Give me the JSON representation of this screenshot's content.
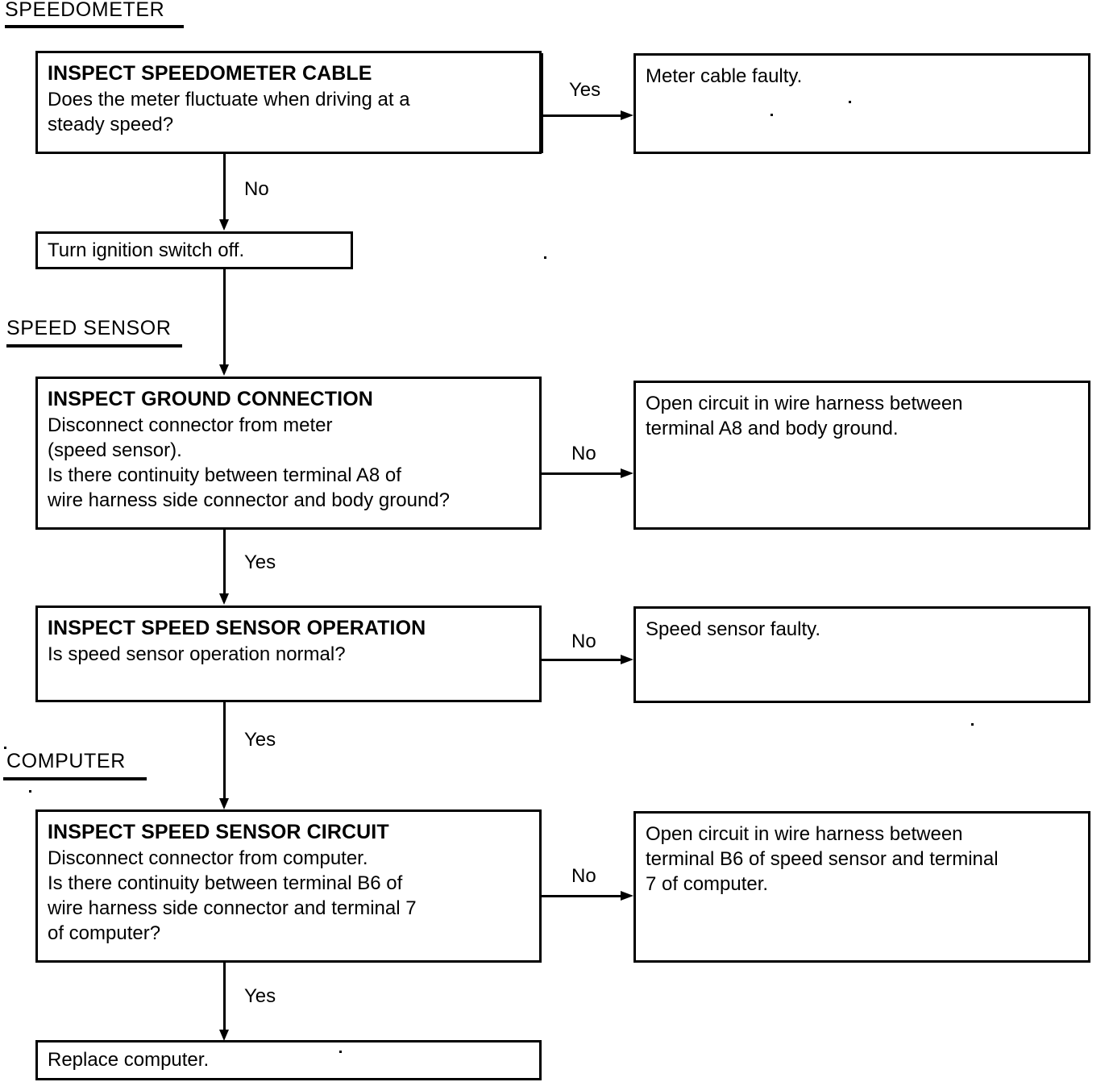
{
  "diagram": {
    "type": "troubleshooting-flowchart",
    "sections": [
      {
        "id": "speedometer",
        "label": "SPEEDOMETER"
      },
      {
        "id": "speed-sensor",
        "label": "SPEED SENSOR"
      },
      {
        "id": "computer",
        "label": "COMPUTER"
      }
    ],
    "nodes": {
      "inspect_speedometer_cable": {
        "title": "INSPECT SPEEDOMETER CABLE",
        "line1": "Does the meter fluctuate when driving at a",
        "line2": "steady speed?"
      },
      "meter_cable_faulty": {
        "line1": "Meter cable faulty."
      },
      "turn_ignition_off": {
        "line1": "Turn ignition switch off."
      },
      "inspect_ground_connection": {
        "title": "INSPECT GROUND CONNECTION",
        "line1": "Disconnect connector from meter",
        "line2": "(speed sensor).",
        "line3": "Is there continuity between terminal A8 of",
        "line4": "wire harness side connector and body ground?"
      },
      "open_circuit_a8": {
        "line1": "Open circuit in wire harness between",
        "line2": "terminal A8 and body ground."
      },
      "inspect_speed_sensor_operation": {
        "title": "INSPECT SPEED SENSOR OPERATION",
        "line1": "Is speed sensor operation normal?"
      },
      "speed_sensor_faulty": {
        "line1": "Speed sensor faulty."
      },
      "inspect_speed_sensor_circuit": {
        "title": "INSPECT SPEED SENSOR CIRCUIT",
        "line1": "Disconnect connector from computer.",
        "line2": "Is there continuity between terminal B6 of",
        "line3": "wire harness side connector and terminal 7",
        "line4": "of computer?"
      },
      "open_circuit_b6": {
        "line1": "Open circuit in wire harness between",
        "line2": "terminal B6 of speed sensor and terminal",
        "line3": "7 of computer."
      },
      "replace_computer": {
        "line1": "Replace computer."
      }
    },
    "edge_labels": {
      "cable_yes": "Yes",
      "cable_no": "No",
      "ground_no": "No",
      "ground_yes": "Yes",
      "operation_no": "No",
      "operation_yes": "Yes",
      "circuit_no": "No",
      "circuit_yes": "Yes"
    },
    "colors": {
      "ink": "#000000",
      "paper": "#ffffff"
    }
  }
}
